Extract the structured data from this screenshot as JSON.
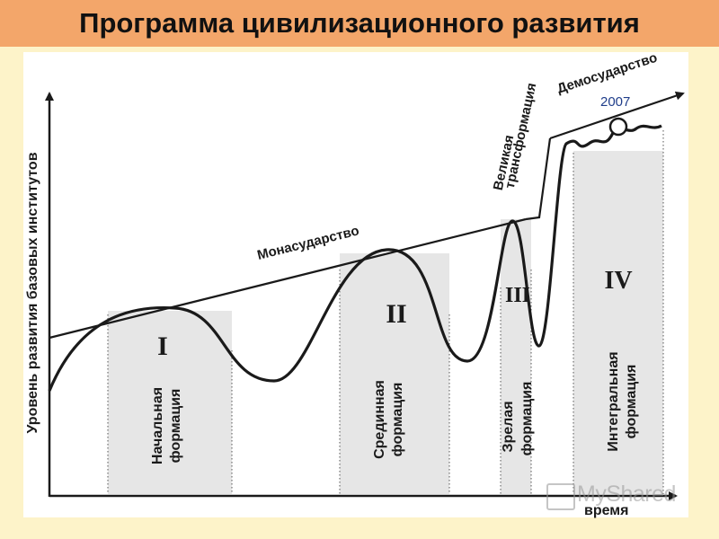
{
  "title": "Программа цивилизационного развития",
  "axes": {
    "ylabel": "Уровень развития базовых институтов",
    "xlabel": "время"
  },
  "lines": {
    "monasudarstvo": "Монасударство",
    "demosudarstvo": "Демосударство",
    "great_transformation": [
      "Великая",
      "трансформация"
    ],
    "year": "2007"
  },
  "formations": [
    {
      "numeral": "I",
      "name": [
        "Начальная",
        "формация"
      ]
    },
    {
      "numeral": "II",
      "name": [
        "Срединная",
        "формация"
      ]
    },
    {
      "numeral": "III",
      "name": [
        "Зрелая",
        "формация"
      ]
    },
    {
      "numeral": "IV",
      "name": [
        "Интегральная",
        "формация"
      ]
    }
  ],
  "watermark": "MyShared",
  "colors": {
    "title_bar": "#f3a66a",
    "background": "#fdf3c9",
    "curve": "#1a1a1a",
    "formation_fill": "#e6e6e6",
    "year": "#1f3d8a"
  }
}
